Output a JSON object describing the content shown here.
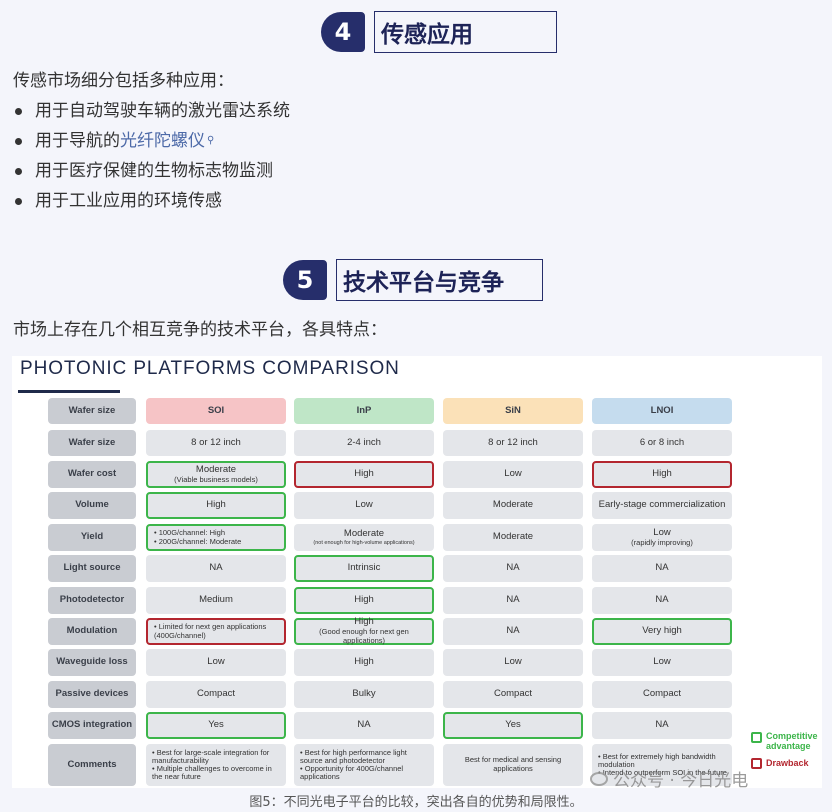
{
  "section4": {
    "number": "4",
    "title": "传感应用",
    "intro": "传感市场细分包括多种应用：",
    "bullets": [
      {
        "text": "用于自动驾驶车辆的激光雷达系统"
      },
      {
        "prefix": "用于导航的",
        "link": "光纤陀螺仪"
      },
      {
        "text": "用于医疗保健的生物标志物监测"
      },
      {
        "text": "用于工业应用的环境传感"
      }
    ]
  },
  "section5": {
    "number": "5",
    "title": "技术平台与竞争",
    "intro": "市场上存在几个相互竞争的技术平台，各具特点："
  },
  "figure": {
    "title": "PHOTONIC PLATFORMS COMPARISON",
    "header_label": "Wafer size",
    "platforms": [
      "SOI",
      "InP",
      "SiN",
      "LNOI"
    ],
    "platform_colors": [
      "#f6c4c6",
      "#bfe6c7",
      "#fbe1b8",
      "#c5dcee"
    ],
    "rows": [
      {
        "label": "Wafer size",
        "cells": [
          {
            "main": "8 or 12 inch"
          },
          {
            "main": "2-4 inch"
          },
          {
            "main": "8 or 12 inch"
          },
          {
            "main": "6 or 8 inch"
          }
        ]
      },
      {
        "label": "Wafer cost",
        "cells": [
          {
            "main": "Moderate",
            "sub": "(Viable business models)",
            "mark": "green"
          },
          {
            "main": "High",
            "mark": "red"
          },
          {
            "main": "Low"
          },
          {
            "main": "High",
            "mark": "red"
          }
        ]
      },
      {
        "label": "Volume",
        "cells": [
          {
            "main": "High",
            "mark": "green"
          },
          {
            "main": "Low"
          },
          {
            "main": "Moderate"
          },
          {
            "main": "Early-stage commercialization"
          }
        ]
      },
      {
        "label": "Yield",
        "cells": [
          {
            "list": [
              "100G/channel: High",
              "200G/channel: Moderate"
            ],
            "mark": "green"
          },
          {
            "main": "Moderate",
            "sub": "(not enough for high-volume applications)",
            "subsize": "xs"
          },
          {
            "main": "Moderate"
          },
          {
            "main": "Low",
            "sub": "(rapidly improving)"
          }
        ]
      },
      {
        "label": "Light source",
        "cells": [
          {
            "main": "NA"
          },
          {
            "main": "Intrinsic",
            "mark": "green"
          },
          {
            "main": "NA"
          },
          {
            "main": "NA"
          }
        ]
      },
      {
        "label": "Photodetector",
        "cells": [
          {
            "main": "Medium"
          },
          {
            "main": "High",
            "mark": "green"
          },
          {
            "main": "NA"
          },
          {
            "main": "NA"
          }
        ]
      },
      {
        "label": "Modulation",
        "cells": [
          {
            "list": [
              "Limited for next gen applications (400G/channel)"
            ],
            "mark": "red"
          },
          {
            "main": "High",
            "sub": "(Good enough for next gen applications)",
            "mark": "green"
          },
          {
            "main": "NA"
          },
          {
            "main": "Very high",
            "mark": "green"
          }
        ]
      },
      {
        "label": "Waveguide loss",
        "cells": [
          {
            "main": "Low"
          },
          {
            "main": "High"
          },
          {
            "main": "Low"
          },
          {
            "main": "Low"
          }
        ]
      },
      {
        "label": "Passive devices",
        "cells": [
          {
            "main": "Compact"
          },
          {
            "main": "Bulky"
          },
          {
            "main": "Compact"
          },
          {
            "main": "Compact"
          }
        ]
      },
      {
        "label": "CMOS integration",
        "cells": [
          {
            "main": "Yes",
            "mark": "green"
          },
          {
            "main": "NA"
          },
          {
            "main": "Yes",
            "mark": "green"
          },
          {
            "main": "NA"
          }
        ]
      },
      {
        "label": "Comments",
        "cells": [
          {
            "list": [
              "Best for large-scale integration for manufacturability",
              "Multiple challenges to overcome in the near future"
            ]
          },
          {
            "list": [
              "Best for high performance light source and photodetector",
              "Opportunity for 400G/channel applications"
            ]
          },
          {
            "main": "Best for medical and sensing applications",
            "size": "small"
          },
          {
            "list": [
              "Best for extremely high bandwidth modulation",
              "Intend to outperform SOI in the future"
            ]
          }
        ]
      }
    ],
    "legend": {
      "competitive": "Competitive advantage",
      "drawback": "Drawback",
      "competitive_color": "#3cb54a",
      "drawback_color": "#b3262f"
    },
    "watermark": "公众号 · 今日光电"
  },
  "caption": "图5：不同光电子平台的比较，突出各自的优势和局限性。"
}
